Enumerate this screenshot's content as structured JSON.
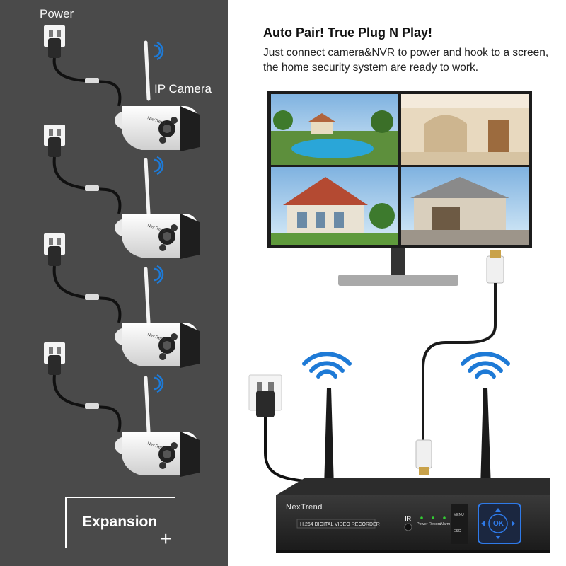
{
  "left": {
    "power_label": "Power",
    "camera_label": "IP Camera",
    "camera_brand": "NexTrend",
    "expansion_label": "Expansion",
    "expansion_plus": "+"
  },
  "right": {
    "headline": "Auto Pair! True Plug N Play!",
    "description": "Just connect camera&NVR to power and hook to a screen,  the home security system are ready to work."
  },
  "nvr": {
    "brand": "NexTrend",
    "model": "H.264 DIGITAL VIDEO RECORDER",
    "ir": "IR",
    "led_power": "Power",
    "led_record": "Record",
    "led_alarm": "Alarm",
    "menu": "MENU",
    "esc": "ESC",
    "ok": "OK"
  },
  "colors": {
    "panel": "#4a4a4a",
    "wifi_blue": "#1e7ad6",
    "nvr_accent": "#2f7ae8"
  },
  "icons": [
    "wall-plug-icon",
    "wifi-signal-icon",
    "hdmi-plug-icon",
    "ip-camera-icon",
    "nvr-device-icon",
    "monitor-icon"
  ]
}
